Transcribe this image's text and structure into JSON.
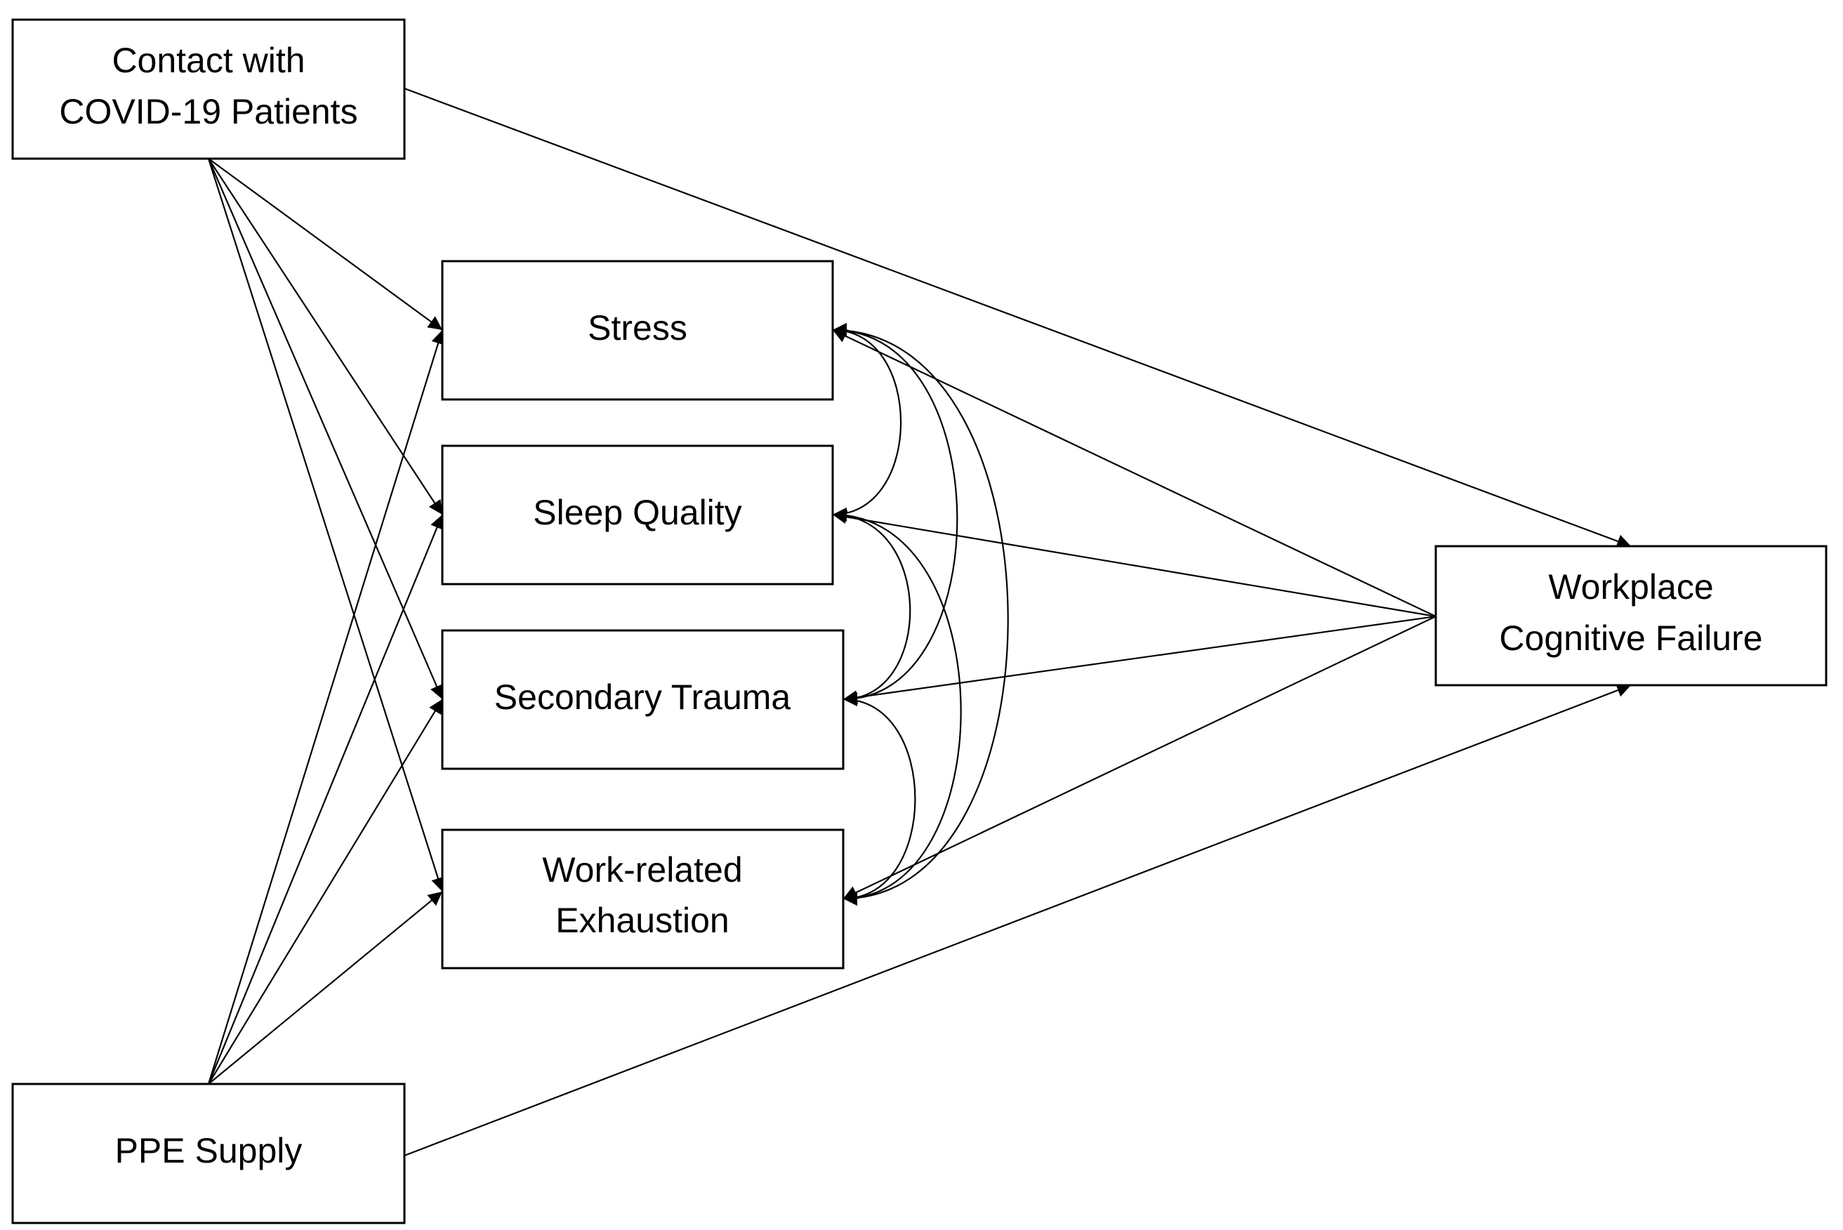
{
  "nodes": {
    "contact": {
      "lines": [
        "Contact with",
        "COVID-19 Patients"
      ]
    },
    "ppe": {
      "lines": [
        "PPE Supply"
      ]
    },
    "stress": {
      "lines": [
        "Stress"
      ]
    },
    "sleep": {
      "lines": [
        "Sleep Quality"
      ]
    },
    "trauma": {
      "lines": [
        "Secondary Trauma"
      ]
    },
    "exhaustion": {
      "lines": [
        "Work-related",
        "Exhaustion"
      ]
    },
    "wcf": {
      "lines": [
        "Workplace",
        "Cognitive Failure"
      ]
    }
  },
  "paths": [
    {
      "from": "contact",
      "to": "stress"
    },
    {
      "from": "contact",
      "to": "sleep"
    },
    {
      "from": "contact",
      "to": "trauma"
    },
    {
      "from": "contact",
      "to": "exhaustion"
    },
    {
      "from": "contact",
      "to": "wcf"
    },
    {
      "from": "ppe",
      "to": "stress"
    },
    {
      "from": "ppe",
      "to": "sleep"
    },
    {
      "from": "ppe",
      "to": "trauma"
    },
    {
      "from": "ppe",
      "to": "exhaustion"
    },
    {
      "from": "ppe",
      "to": "wcf"
    },
    {
      "from": "wcf",
      "to": "stress"
    },
    {
      "from": "wcf",
      "to": "sleep"
    },
    {
      "from": "wcf",
      "to": "trauma"
    },
    {
      "from": "wcf",
      "to": "exhaustion"
    }
  ],
  "covariances": [
    {
      "a": "stress",
      "b": "sleep"
    },
    {
      "a": "stress",
      "b": "trauma"
    },
    {
      "a": "stress",
      "b": "exhaustion"
    },
    {
      "a": "sleep",
      "b": "trauma"
    },
    {
      "a": "sleep",
      "b": "exhaustion"
    },
    {
      "a": "trauma",
      "b": "exhaustion"
    }
  ],
  "colors": {
    "stroke": "#000000",
    "fill": "#ffffff"
  }
}
